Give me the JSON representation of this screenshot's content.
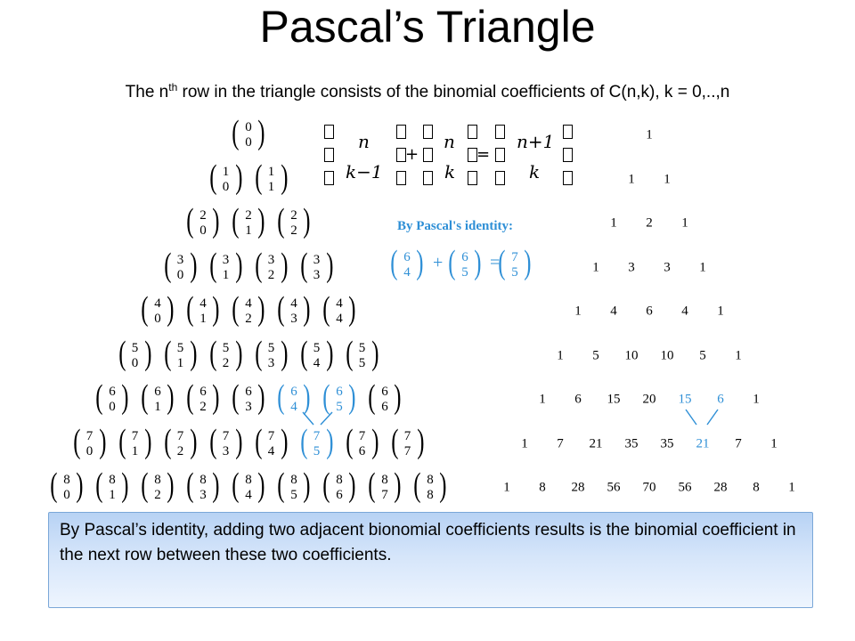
{
  "slide": {
    "title": "Pascal’s Triangle",
    "subtitle_prefix": "The n",
    "subtitle_sup": "th",
    "subtitle_suffix": " row in the triangle consists of the binomial coefficients of C(n,k), k = 0,..,n",
    "callout_text": "By Pascal’s identity, adding two adjacent bionomial coefficients results is the binomial coefficient in the next row between these two coefficients."
  },
  "formula": {
    "sym_n1": "n",
    "sym_k1": "k−1",
    "op_plus": "+",
    "sym_n2": "n",
    "sym_k2": "k",
    "op_eq": "=",
    "sym_n3": "n+1",
    "sym_k3": "k"
  },
  "identity": {
    "label": "By Pascal's identity:",
    "term1_top": "6",
    "term1_bottom": "4",
    "plus": "+",
    "term2_top": "6",
    "term2_bottom": "5",
    "equals": "=",
    "result_top": "7",
    "result_bottom": "5"
  },
  "colors": {
    "highlight": "#2e8fd6",
    "callout_border": "#7aa7d8"
  },
  "binomial_rows": [
    [
      "0",
      "1",
      "2",
      "3",
      "4",
      "5",
      "6",
      "7",
      "8"
    ]
  ],
  "highlighted": {
    "row6": [
      4,
      5
    ],
    "row7": [
      5
    ]
  },
  "number_rows": [
    [
      "1"
    ],
    [
      "1",
      "1"
    ],
    [
      "1",
      "2",
      "1"
    ],
    [
      "1",
      "3",
      "3",
      "1"
    ],
    [
      "1",
      "4",
      "6",
      "4",
      "1"
    ],
    [
      "1",
      "5",
      "10",
      "10",
      "5",
      "1"
    ],
    [
      "1",
      "6",
      "15",
      "20",
      "15",
      "6",
      "1"
    ],
    [
      "1",
      "7",
      "21",
      "35",
      "35",
      "21",
      "7",
      "1"
    ],
    [
      "1",
      "8",
      "28",
      "56",
      "70",
      "56",
      "28",
      "8",
      "1"
    ]
  ]
}
